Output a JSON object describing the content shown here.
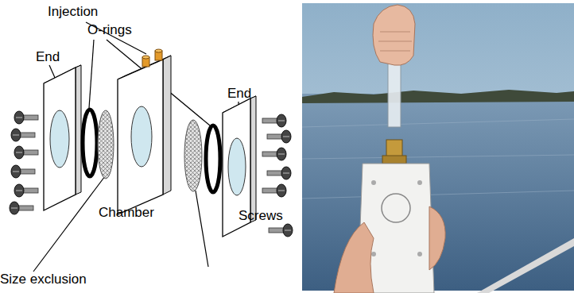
{
  "diagram": {
    "labels": [
      "Injection",
      "O-rings",
      "End",
      "End",
      "Chamber",
      "Screws",
      "Size exclusion"
    ]
  }
}
